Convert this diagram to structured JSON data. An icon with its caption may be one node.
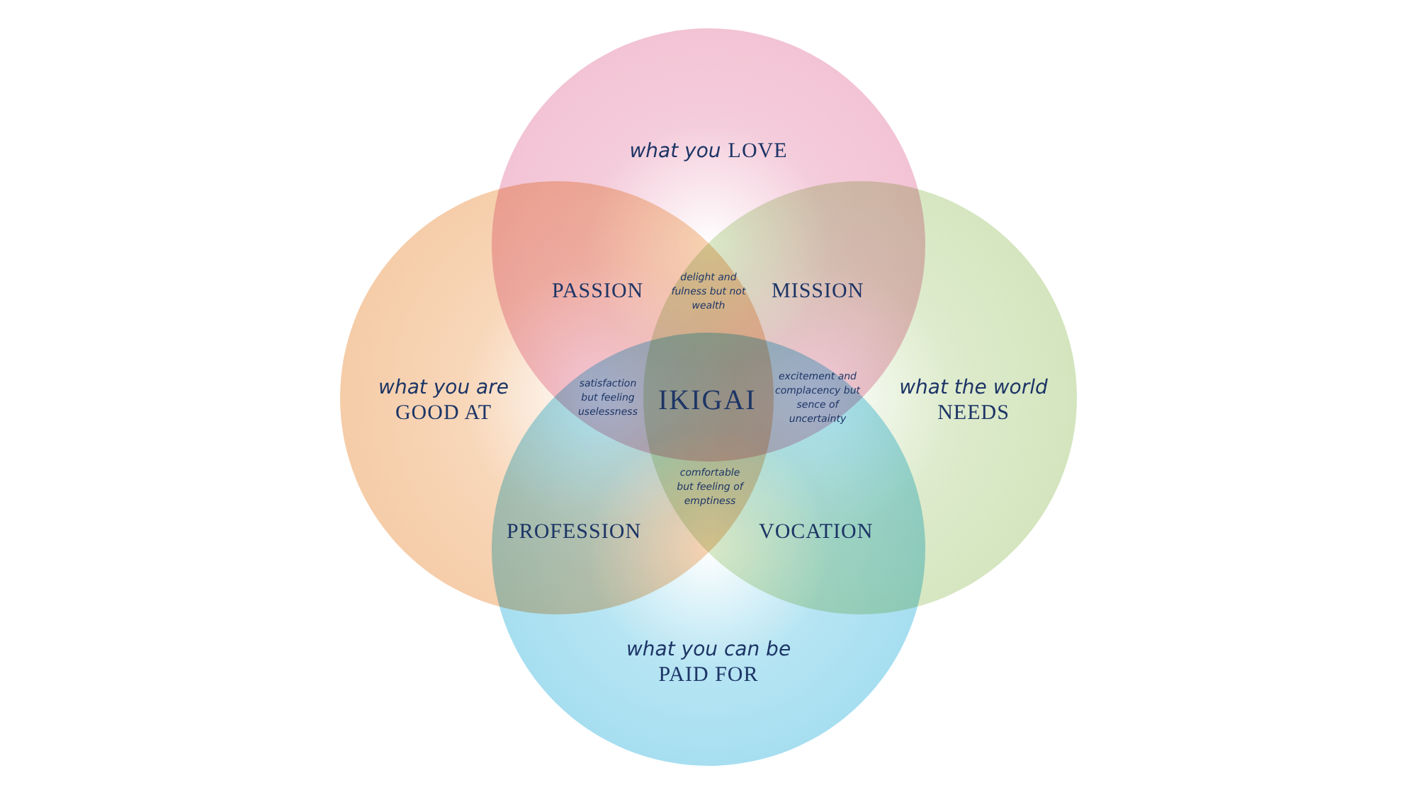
{
  "diagram": {
    "nodes": [
      {
        "text": [
          "what you",
          "LOVE"
        ]
      },
      {
        "text": [
          "what you are",
          "GOOD AT"
        ]
      },
      {
        "text": [
          "what the world",
          "NEEDS"
        ]
      },
      {
        "text": [
          "what you can be",
          "PAID FOR"
        ]
      }
    ],
    "labels": [
      "PASSION",
      "delight and fulness but not wealth",
      "MISSION",
      "satisfaction but feeling uselessness",
      "IKIGAI",
      "excitement and complacency but sence of uncertainty",
      "comfortable but feeling of emptiness",
      "PROFESSION",
      "VOCATION"
    ]
  }
}
